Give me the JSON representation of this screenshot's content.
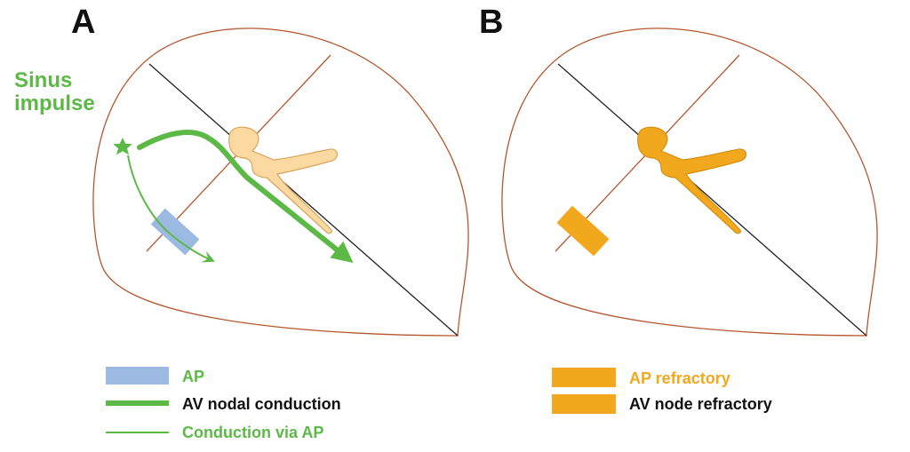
{
  "colors": {
    "outline": "#b5562e",
    "septum": "#222222",
    "green": "#5cb946",
    "blue_ap": "#9cb9e2",
    "node_pale": "#fbd9a0",
    "node_pale_stroke": "#d9a45b",
    "orange": "#f1a81c",
    "orange_stroke": "#d58f10",
    "text_dark": "#111111"
  },
  "panels": [
    {
      "letter": "A"
    },
    {
      "letter": "B"
    }
  ],
  "sinus": {
    "line1": "Sinus",
    "line2": "impulse"
  },
  "legend_a": [
    {
      "label": "AP",
      "swatch": "rect",
      "color": "#9cb9e2",
      "text_color": "#5cb946"
    },
    {
      "label": "AV nodal conduction",
      "swatch": "thick-line",
      "color": "#5cb946",
      "text_color": "#111111"
    },
    {
      "label": "Conduction via AP",
      "swatch": "thin-line",
      "color": "#5cb946",
      "text_color": "#5cb946"
    }
  ],
  "legend_b": [
    {
      "label": "AP refractory",
      "swatch": "rect",
      "color": "#f1a81c",
      "text_color": "#f1a81c"
    },
    {
      "label": "AV node refractory",
      "swatch": "rect",
      "color": "#f1a81c",
      "text_color": "#111111"
    }
  ]
}
